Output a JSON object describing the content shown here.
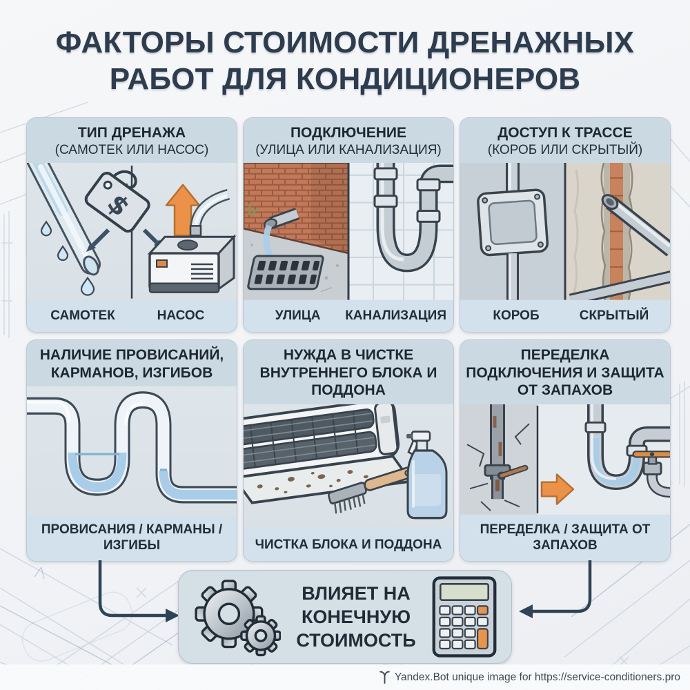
{
  "title": {
    "line1": "ФАКТОРЫ СТОИМОСТИ ДРЕНАЖНЫХ",
    "line2": "РАБОТ ДЛЯ КОНДИЦИОНЕРОВ"
  },
  "panels": [
    {
      "id": "drain-type",
      "title": "ТИП ДРЕНАЖА",
      "subtitle": "(САМОТЕК ИЛИ НАСОС)",
      "labels": [
        "САМОТЕК",
        "НАСОС"
      ]
    },
    {
      "id": "connection-point",
      "title": "ПОДКЛЮЧЕНИЕ",
      "subtitle": "(УЛИЦА ИЛИ КАНАЛИЗАЦИЯ)",
      "labels": [
        "УЛИЦА",
        "КАНАЛИЗАЦИЯ"
      ]
    },
    {
      "id": "route-access",
      "title": "ДОСТУП К ТРАССЕ",
      "subtitle": "(КОРОБ ИЛИ СКРЫТЫЙ)",
      "labels": [
        "КОРОБ",
        "СКРЫТЫЙ"
      ]
    },
    {
      "id": "sags-pockets-bends",
      "title": "НАЛИЧИЕ ПРОВИСАНИЙ, КАРМАНОВ, ИЗГИБОВ",
      "caption": "ПРОВИСАНИЯ / КАРМАНЫ / ИЗГИБЫ"
    },
    {
      "id": "indoor-unit-cleaning",
      "title": "НУЖДА В ЧИСТКЕ ВНУТРЕННЕГО БЛОКА И ПОДДОНА",
      "caption": "ЧИСТКА БЛОКА И ПОДДОНА"
    },
    {
      "id": "rework-odor-protection",
      "title": "ПЕРЕДЕЛКА ПОДКЛЮЧЕНИЯ И ЗАЩИТА ОТ ЗАПАХОВ",
      "caption": "ПЕРЕДЕЛКА / ЗАЩИТА ОТ ЗАПАХОВ"
    }
  ],
  "summary": {
    "line1": "ВЛИЯЕТ НА",
    "line2": "КОНЕЧНУЮ",
    "line3": "СТОИМОСТЬ"
  },
  "footer": {
    "attribution": "Yandex.Bot unique image for https://service-conditioners.pro"
  },
  "colors": {
    "accent_orange": "#EC9148",
    "panel_bg": "#DCE3E9",
    "header_band": "#CBD9E2",
    "caption_band": "#D2E1EB",
    "connector": "#2E4356",
    "ink": "#1F2A36"
  }
}
